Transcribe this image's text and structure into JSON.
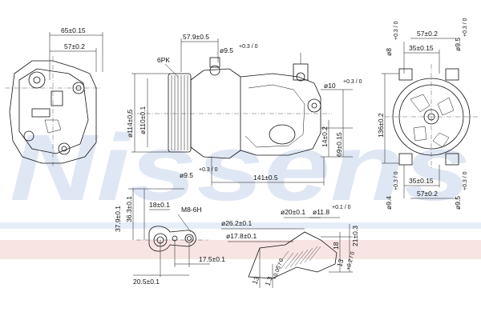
{
  "watermark": {
    "text": "Nissens",
    "color_blue": "#c7d5ec",
    "color_red": "#f3c9c9"
  },
  "front_view": {
    "dim_overall": "65±0.15",
    "dim_mount": "57±0.2"
  },
  "side_view": {
    "dim_top": "57.9±0.5",
    "dim_port_top": "ø9.5",
    "tol_port_top": "+0.3 / 0",
    "belt": "6PK",
    "dim_pulley_outer": "ø114±0.5",
    "dim_pulley_inner": "ø110±0.1",
    "dim_port_side": "ø10",
    "tol_port_side": "+0.3 / 0",
    "dim_port_bottom": "ø9.5",
    "tol_port_bottom": "+0.3 / 0",
    "dim_length": "141±0.5",
    "dim_h1": "14±0.2",
    "dim_h2": "69±0.15"
  },
  "rear_view": {
    "dim_top_width": "57±0.2",
    "dim_top_half": "35±0.15",
    "dim_hole_top_left": "ø8",
    "tol_hole_top_left": "+0.3 / 0",
    "dim_hole_top_right": "ø9.5",
    "tol_hole_top_right": "+0.3 / 0",
    "dim_height": "136±0.2",
    "dim_bottom_half": "35±0.15",
    "dim_bottom_width": "57±0.2",
    "dim_hole_bottom_left": "ø9.4",
    "tol_hole_bottom_left": "+0.3 / 0",
    "dim_hole_bottom_right": "ø9.5",
    "tol_hole_bottom_right": "+0.3 / 0"
  },
  "port_detail": {
    "dim_v1": "36.3±0.1",
    "dim_v2": "37.9±0.1",
    "dim_v3": "18±0.1",
    "thread": "M8-6H",
    "dim_h1": "17.5±0.1",
    "dim_h2": "20.5±0.1"
  },
  "section_detail": {
    "dim_a": "ø26.2±0.1",
    "dim_b": "ø20±0.1",
    "dim_c": "ø11.8",
    "tol_c": "+0.1 / 0",
    "dim_d": "ø17.8±0.1",
    "dim_e": "18",
    "dim_f": "21±0.3",
    "dim_g": "13",
    "dim_h": "13",
    "tol_h": "+0.2 / 0",
    "dim_i": "1.3",
    "tol_i": "+0.05 / 0"
  }
}
